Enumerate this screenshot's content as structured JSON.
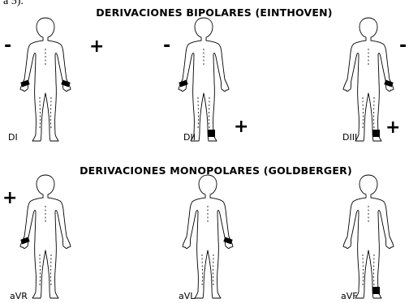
{
  "cut_text": "a 5).",
  "sections": {
    "bipolar_title": "DERIVACIONES BIPOLARES (EINTHOVEN)",
    "monopolar_title": "DERIVACIONES MONOPOLARES (GOLDBERGER)"
  },
  "figures": [
    {
      "lead": "DI",
      "signs": [
        "-",
        "+"
      ],
      "electrodes": [
        "right-wrist",
        "left-wrist"
      ]
    },
    {
      "lead": "DII",
      "signs": [
        "-",
        "+"
      ],
      "electrodes": [
        "right-wrist",
        "left-ankle"
      ]
    },
    {
      "lead": "DIII",
      "signs": [
        "-",
        "+"
      ],
      "electrodes": [
        "left-wrist",
        "left-ankle"
      ]
    },
    {
      "lead": "aVR",
      "signs": [
        "+"
      ],
      "electrodes": [
        "right-wrist"
      ]
    },
    {
      "lead": "aVL",
      "signs": [],
      "electrodes": [
        "left-wrist"
      ]
    },
    {
      "lead": "aVF",
      "signs": [],
      "electrodes": [
        "left-ankle"
      ]
    }
  ],
  "colors": {
    "ink": "#000000",
    "background": "#ffffff"
  }
}
